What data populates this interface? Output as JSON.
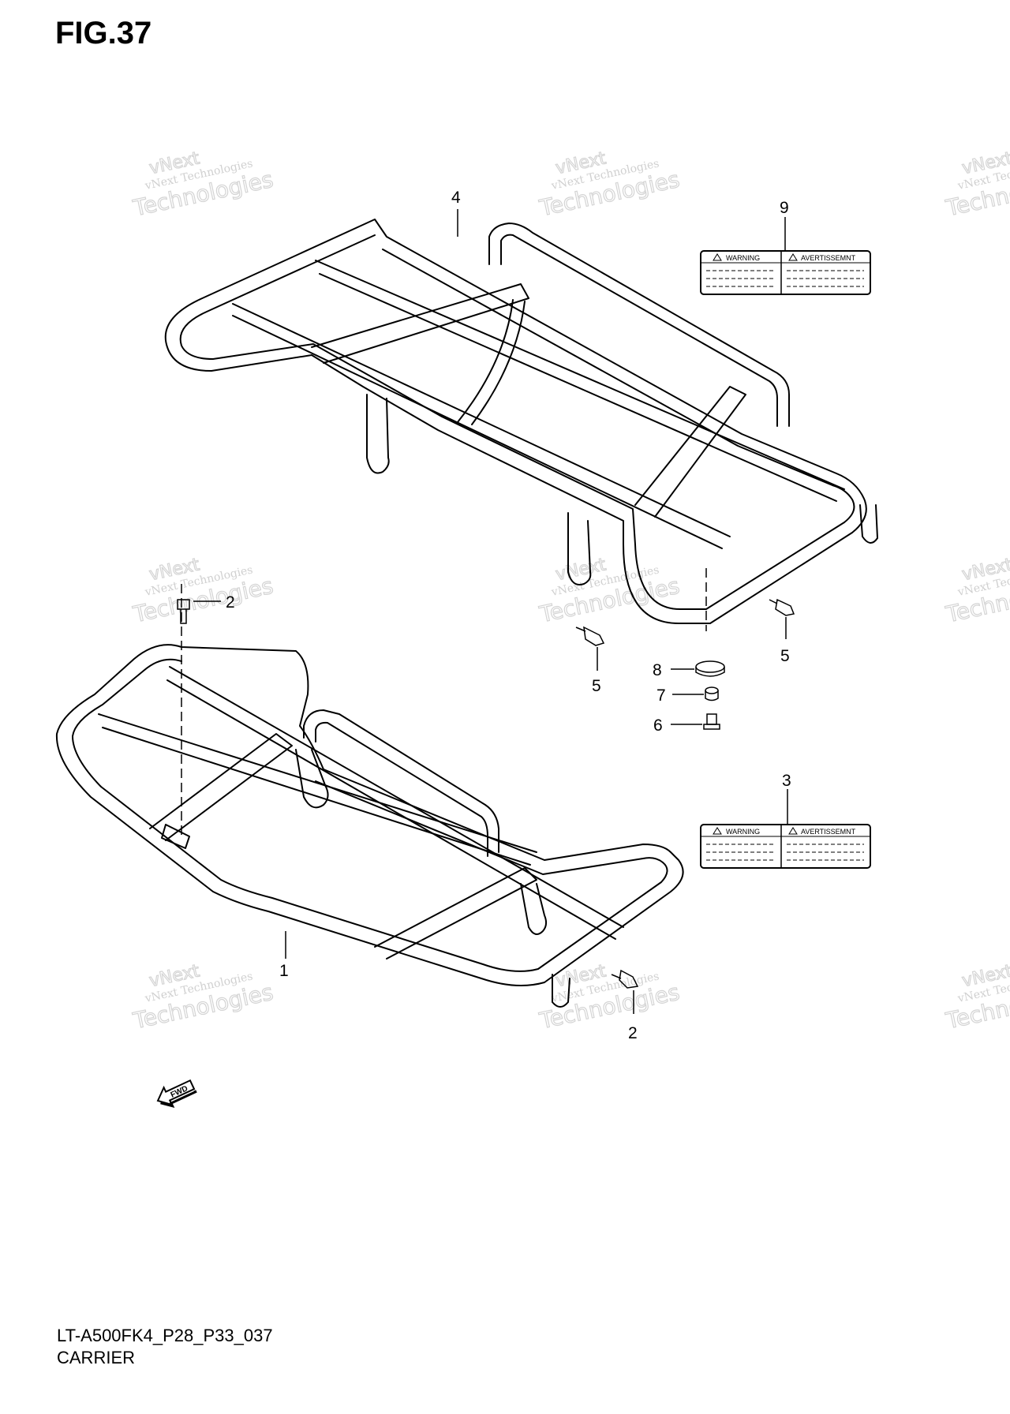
{
  "figure": {
    "title": "FIG.37",
    "code": "LT-A500FK4_P28_P33_037",
    "name": "CARRIER"
  },
  "watermark": {
    "line1": "vNext Technologies",
    "line2": "vNext",
    "line3": "Technologies"
  },
  "callouts": [
    "1",
    "2",
    "2",
    "3",
    "4",
    "5",
    "5",
    "6",
    "7",
    "8",
    "9"
  ],
  "labels": {
    "label_3": {
      "left": "WARNING",
      "right": "AVERTISSEMNT"
    },
    "label_9": {
      "left": "WARNING",
      "right": "AVERTISSEMNT"
    }
  },
  "direction_arrow": "FWD",
  "colors": {
    "line": "#000000",
    "watermark": "#d0d0d0",
    "background": "#ffffff"
  }
}
